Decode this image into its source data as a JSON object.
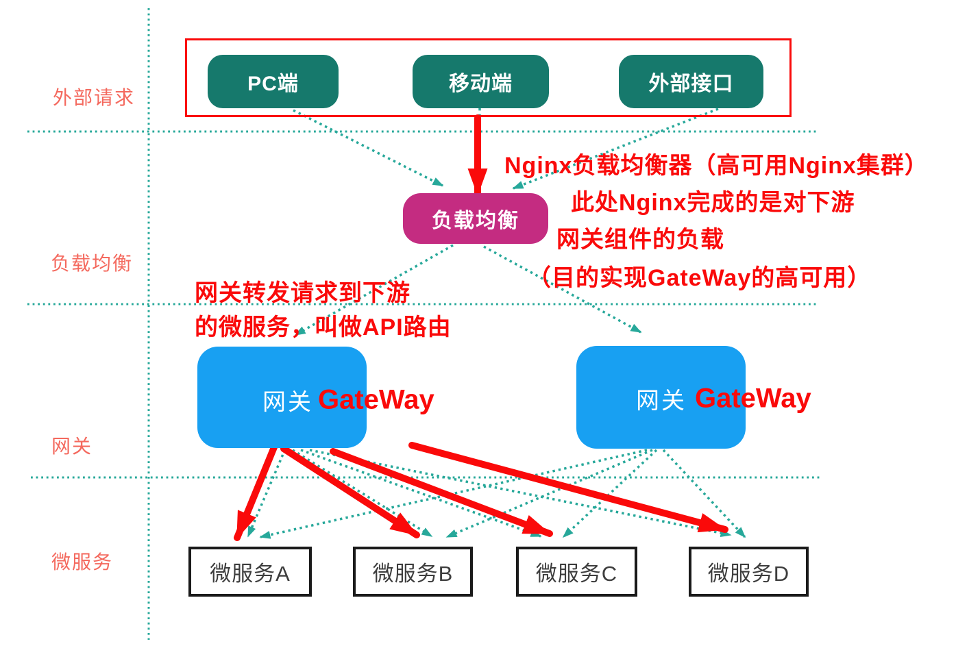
{
  "diagram": {
    "row_labels": [
      "外部请求",
      "负载均衡",
      "网关",
      "微服务"
    ],
    "external_clients": [
      "PC端",
      "移动端",
      "外部接口"
    ],
    "load_balancer_label": "负载均衡",
    "gateways": [
      {
        "cn": "网关",
        "en": "GateWay"
      },
      {
        "cn": "网关",
        "en": "GateWay"
      }
    ],
    "microservices": [
      "微服务A",
      "微服务B",
      "微服务C",
      "微服务D"
    ],
    "nginx_note": [
      "Nginx负载均衡器（高可用Nginx集群）",
      "此处Nginx完成的是对下游",
      "网关组件的负载",
      "（目的实现GateWay的高可用）"
    ],
    "route_note": [
      "网关转发请求到下游",
      "的微服务，叫做API路由"
    ],
    "colors": {
      "teal-box": "#16796c",
      "teal-line": "#27a89a",
      "magenta": "#c42c81",
      "blue": "#18a0f2",
      "red": "#fa0a0a",
      "salmon": "#f4695e",
      "box-border": "#1a1a1a",
      "box-text": "#3d3d3d"
    }
  }
}
